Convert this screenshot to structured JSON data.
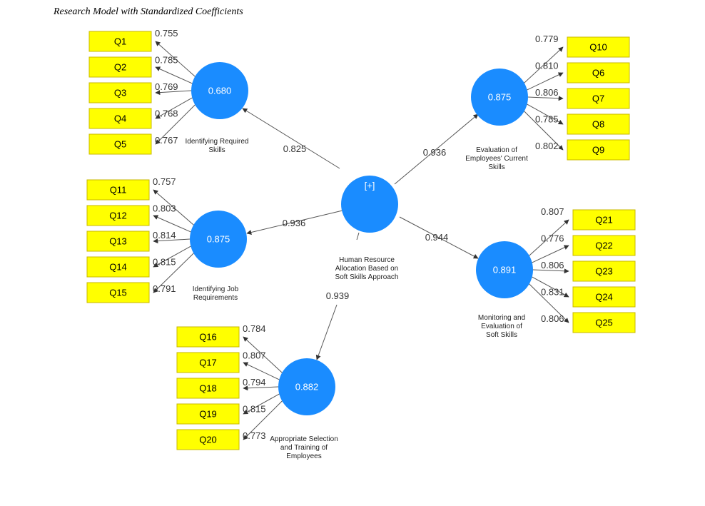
{
  "title": "Research Model with Standardized Coefficients",
  "central": {
    "label": "[+]",
    "caption": [
      "Human Resource",
      "Allocation Based on",
      "Soft Skills Approach"
    ]
  },
  "constructs": [
    {
      "key": "identifying_required_skills",
      "value": "0.680",
      "caption": [
        "Identifying Required",
        "Skills"
      ],
      "path_coefficient": "0.825",
      "indicators": [
        {
          "label": "Q1",
          "loading": "0.755"
        },
        {
          "label": "Q2",
          "loading": "0.785"
        },
        {
          "label": "Q3",
          "loading": "0.769"
        },
        {
          "label": "Q4",
          "loading": "0.768"
        },
        {
          "label": "Q5",
          "loading": "0.767"
        }
      ]
    },
    {
      "key": "identifying_job_requirements",
      "value": "0.875",
      "caption": [
        "Identifying Job",
        "Requirements"
      ],
      "path_coefficient": "0.936",
      "indicators": [
        {
          "label": "Q11",
          "loading": "0.757"
        },
        {
          "label": "Q12",
          "loading": "0.803"
        },
        {
          "label": "Q13",
          "loading": "0.814"
        },
        {
          "label": "Q14",
          "loading": "0.815"
        },
        {
          "label": "Q15",
          "loading": "0.791"
        }
      ]
    },
    {
      "key": "appropriate_selection_training",
      "value": "0.882",
      "caption": [
        "Appropriate Selection",
        "and Training of",
        "Employees"
      ],
      "path_coefficient": "0.939",
      "indicators": [
        {
          "label": "Q16",
          "loading": "0.784"
        },
        {
          "label": "Q17",
          "loading": "0.807"
        },
        {
          "label": "Q18",
          "loading": "0.794"
        },
        {
          "label": "Q19",
          "loading": "0.815"
        },
        {
          "label": "Q20",
          "loading": "0.773"
        }
      ]
    },
    {
      "key": "evaluation_current_skills",
      "value": "0.875",
      "caption": [
        "Evaluation of",
        "Employees' Current",
        "Skills"
      ],
      "path_coefficient": "0.936",
      "indicators": [
        {
          "label": "Q10",
          "loading": "0.779"
        },
        {
          "label": "Q6",
          "loading": "0.810"
        },
        {
          "label": "Q7",
          "loading": "0.806"
        },
        {
          "label": "Q8",
          "loading": "0.785"
        },
        {
          "label": "Q9",
          "loading": "0.802"
        }
      ]
    },
    {
      "key": "monitoring_evaluation_soft_skills",
      "value": "0.891",
      "caption": [
        "Monitoring and",
        "Evaluation of",
        "Soft Skills"
      ],
      "path_coefficient": "0.944",
      "indicators": [
        {
          "label": "Q21",
          "loading": "0.807"
        },
        {
          "label": "Q22",
          "loading": "0.776"
        },
        {
          "label": "Q23",
          "loading": "0.806"
        },
        {
          "label": "Q24",
          "loading": "0.831"
        },
        {
          "label": "Q25",
          "loading": "0.806"
        }
      ]
    }
  ]
}
